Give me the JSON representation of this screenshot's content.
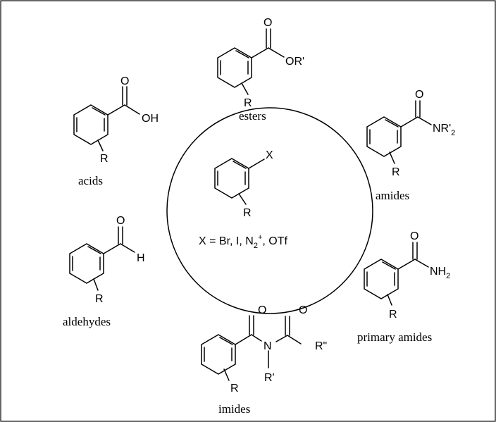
{
  "center": {
    "substituent_x": "X",
    "substituent_r": "R",
    "formula": {
      "lead": "X = Br, I, N",
      "n2_sub": "2",
      "n2_sup": "+",
      "tail": ", OTf"
    }
  },
  "products": {
    "esters": {
      "caption": "esters",
      "o": "O",
      "or": "OR'",
      "r": "R"
    },
    "acids": {
      "caption": "acids",
      "o": "O",
      "oh": "OH",
      "r": "R"
    },
    "amides": {
      "caption": "amides",
      "o": "O",
      "nr_main": "NR'",
      "nr_sub": "2",
      "r": "R"
    },
    "aldehydes": {
      "caption": "aldehydes",
      "o": "O",
      "h": "H",
      "r": "R"
    },
    "primary_amides": {
      "caption": "primary amides",
      "o": "O",
      "nh_main": "NH",
      "nh_sub": "2",
      "r": "R"
    },
    "imides": {
      "caption": "imides",
      "o1": "O",
      "o2": "O",
      "n": "N",
      "r1": "R'",
      "r2": "R\"",
      "r": "R"
    }
  }
}
